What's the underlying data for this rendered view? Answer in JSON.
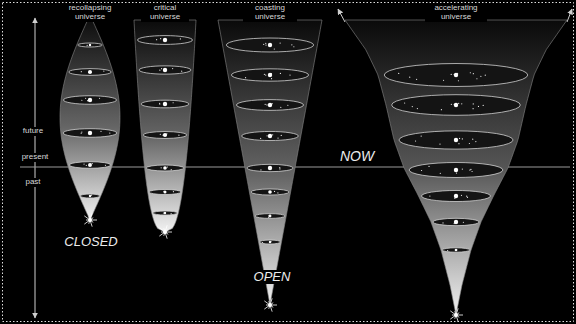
{
  "diagram": {
    "labels": [
      "recollapsing universe",
      "critical universe",
      "coasting universe",
      "accelerating universe",
      "future",
      "present",
      "past",
      "NOW",
      "CLOSED",
      "OPEN"
    ]
  }
}
